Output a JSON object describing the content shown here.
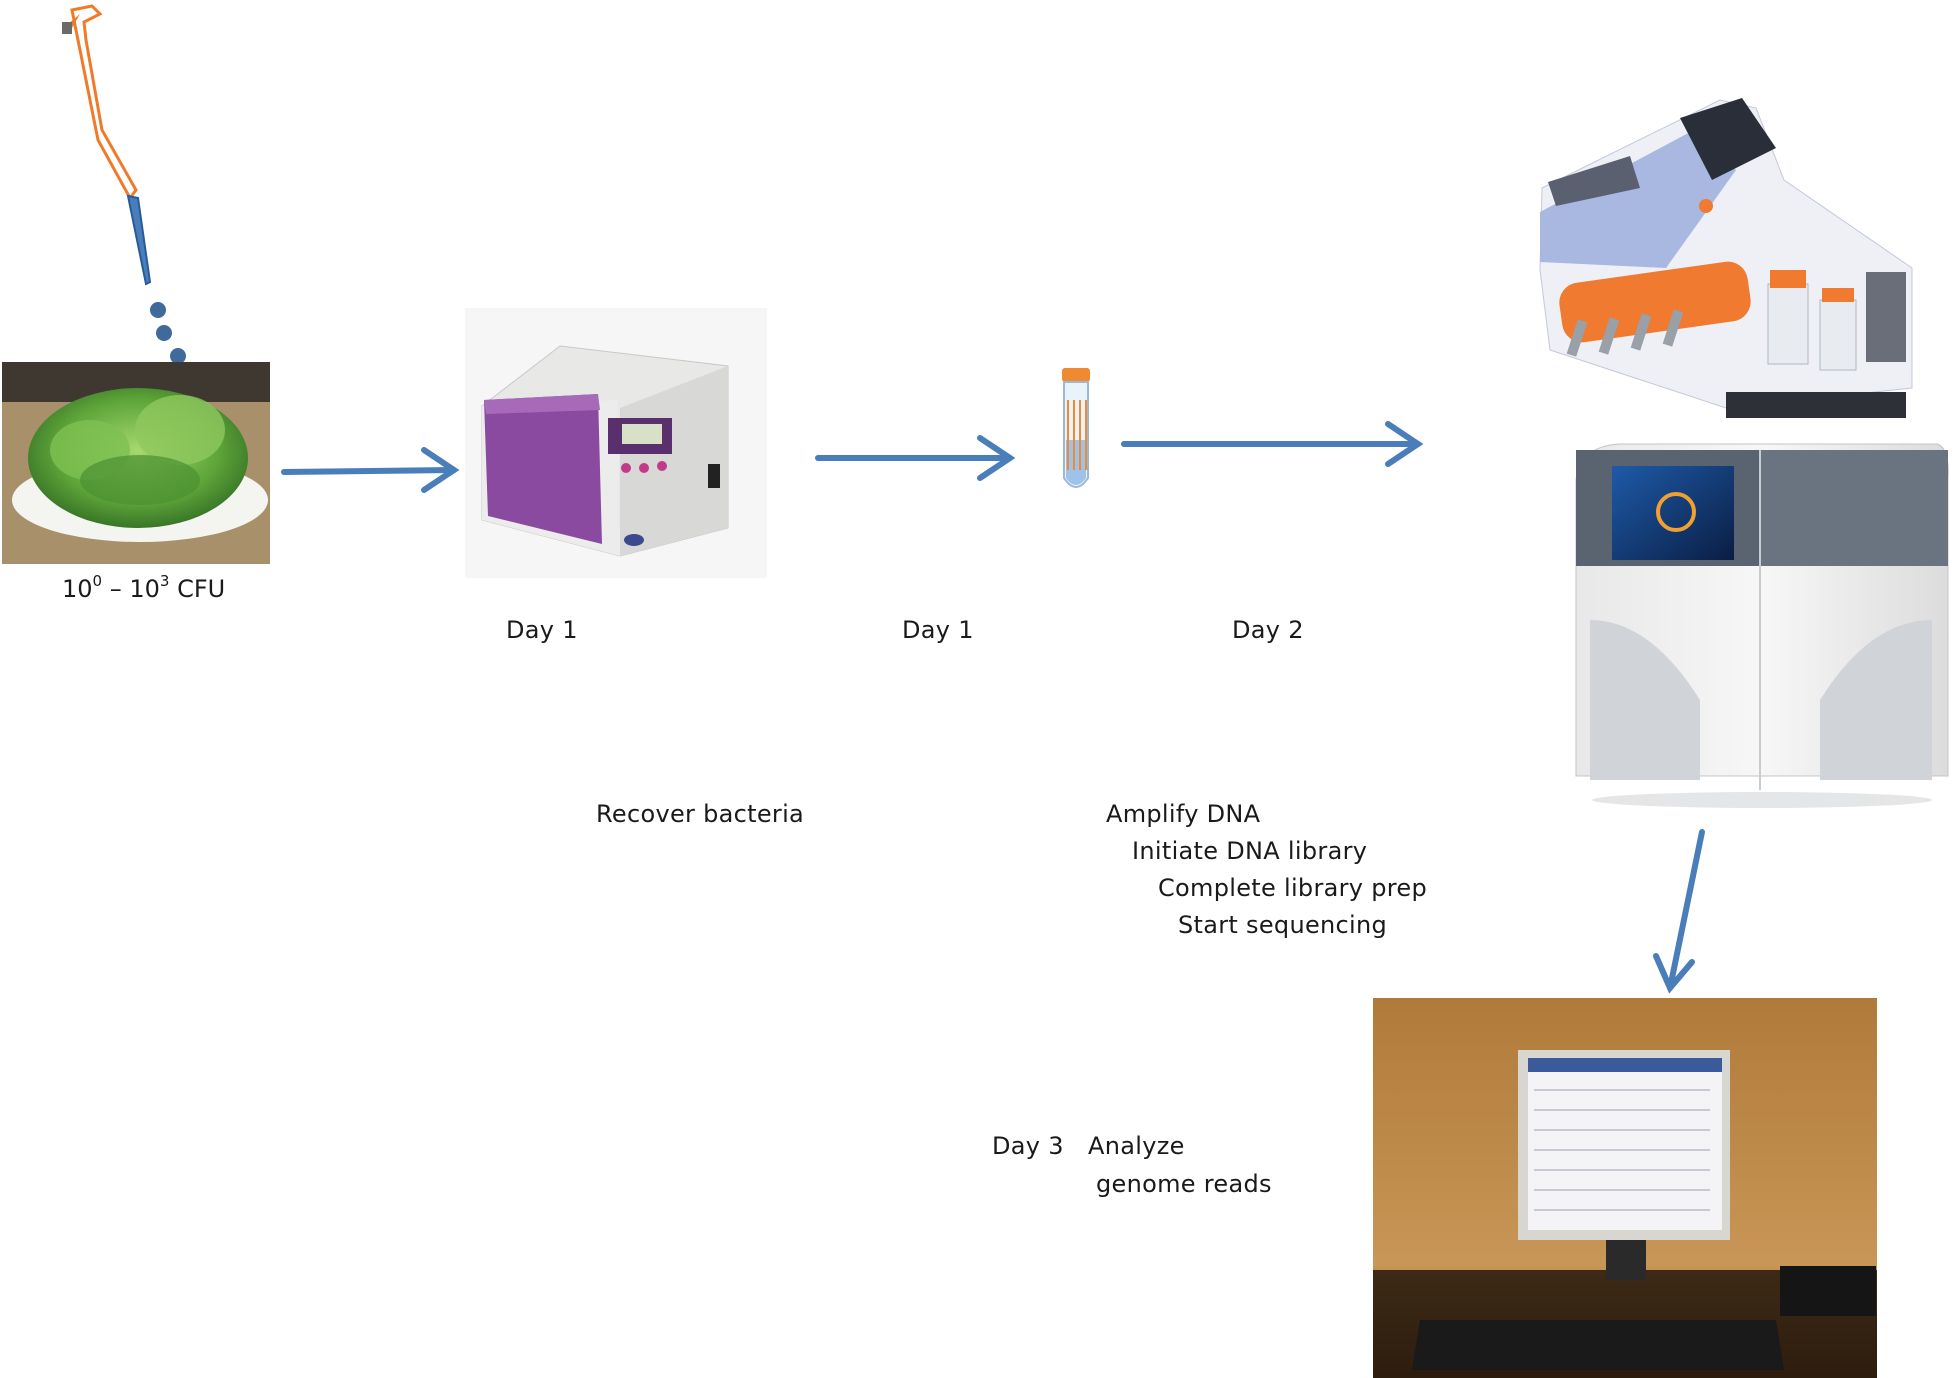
{
  "cfu": {
    "prefix": "10",
    "exp1": "0",
    "dash": " – 10",
    "exp2": "3",
    "unit": " CFU"
  },
  "day_labels": {
    "incubator": "Day 1",
    "tube": "Day 1",
    "sequencer": "Day 2"
  },
  "recover_label": "Recover bacteria",
  "sequencing_steps": [
    "Amplify DNA",
    "Initiate DNA library",
    "Complete  library prep",
    "Start sequencing"
  ],
  "analysis": {
    "day": "Day 3",
    "line1": "Analyze",
    "line2": "genome  reads"
  },
  "colors": {
    "arrow": "#4a7ebb",
    "lettuce": "#6bb04a",
    "incubator_door": "#8a4aa0",
    "pipette": "#f07a2a",
    "tube_cap": "#f08a30",
    "desk_wall": "#b8864a"
  }
}
